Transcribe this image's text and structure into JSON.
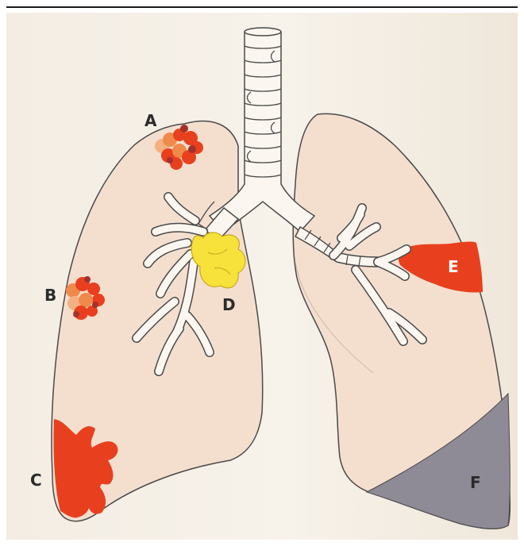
{
  "labels": {
    "a": "A",
    "b": "B",
    "c": "C",
    "d": "D",
    "e": "E",
    "f": "F"
  },
  "colors": {
    "lung_fill": "#f4dfcf",
    "outline": "#4a4a4a",
    "nodule_red": "#e8401e",
    "nodule_orange": "#f08a4a",
    "nodule_dark": "#a4302a",
    "lymph_yellow": "#f6e23a",
    "effusion_gray": "#8e8a96",
    "label_white": "#ffffff",
    "label_dark": "#2b2b2b"
  }
}
